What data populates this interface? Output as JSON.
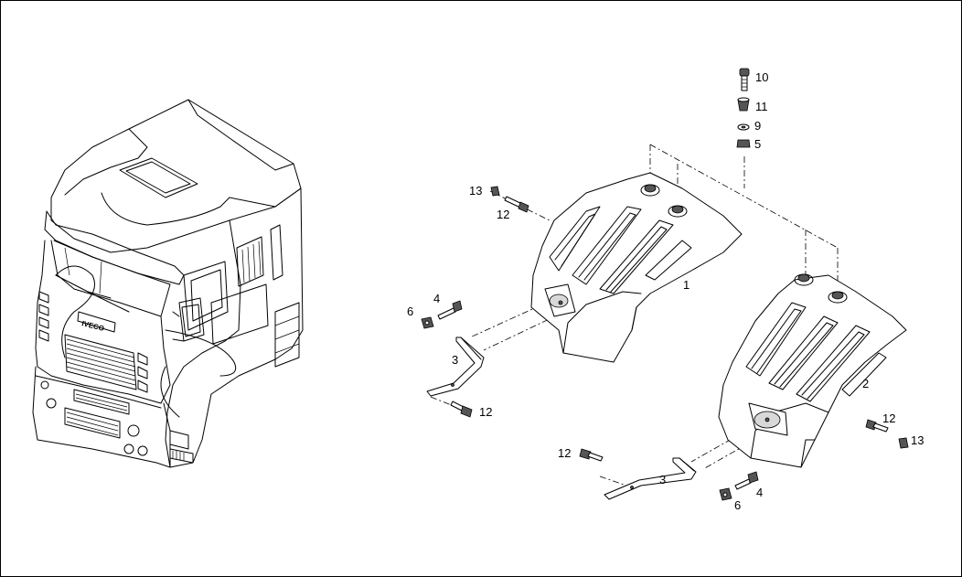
{
  "callouts": {
    "p1": "1",
    "p2": "2",
    "p3a": "3",
    "p3b": "3",
    "p4a": "4",
    "p4b": "4",
    "p5": "5",
    "p6a": "6",
    "p6b": "6",
    "p9": "9",
    "p10": "10",
    "p11": "11",
    "p12a": "12",
    "p12b": "12",
    "p12c": "12",
    "p12d": "12",
    "p13a": "13",
    "p13b": "13"
  }
}
